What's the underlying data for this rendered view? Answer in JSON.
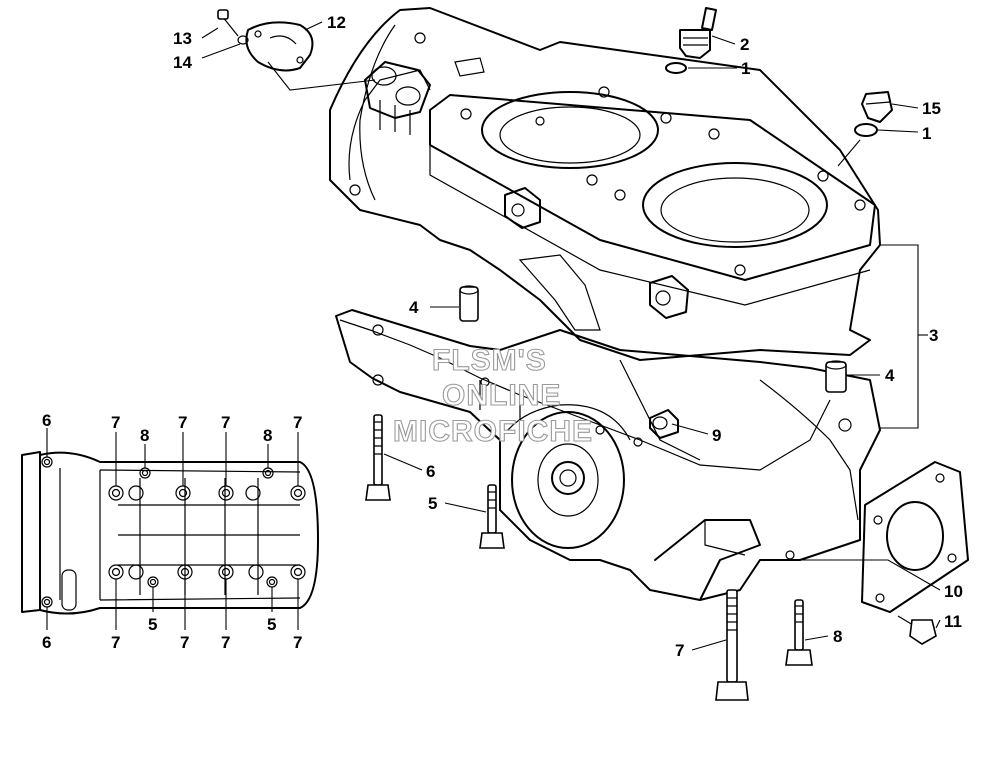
{
  "callouts": [
    {
      "id": "c13",
      "text": "13"
    },
    {
      "id": "c14",
      "text": "14"
    },
    {
      "id": "c12",
      "text": "12"
    },
    {
      "id": "c2",
      "text": "2"
    },
    {
      "id": "c1a",
      "text": "1"
    },
    {
      "id": "c15",
      "text": "15"
    },
    {
      "id": "c1b",
      "text": "1"
    },
    {
      "id": "c3",
      "text": "3"
    },
    {
      "id": "c4a",
      "text": "4"
    },
    {
      "id": "c4b",
      "text": "4"
    },
    {
      "id": "c9",
      "text": "9"
    },
    {
      "id": "c6a",
      "text": "6"
    },
    {
      "id": "c5a",
      "text": "5"
    },
    {
      "id": "c10",
      "text": "10"
    },
    {
      "id": "c11",
      "text": "11"
    },
    {
      "id": "c8a",
      "text": "8"
    },
    {
      "id": "c7a",
      "text": "7"
    },
    {
      "id": "i6t",
      "text": "6"
    },
    {
      "id": "i7t1",
      "text": "7"
    },
    {
      "id": "i8t1",
      "text": "8"
    },
    {
      "id": "i7t2",
      "text": "7"
    },
    {
      "id": "i7t3",
      "text": "7"
    },
    {
      "id": "i8t2",
      "text": "8"
    },
    {
      "id": "i7t4",
      "text": "7"
    },
    {
      "id": "i6b",
      "text": "6"
    },
    {
      "id": "i7b1",
      "text": "7"
    },
    {
      "id": "i5b1",
      "text": "5"
    },
    {
      "id": "i7b2",
      "text": "7"
    },
    {
      "id": "i7b3",
      "text": "7"
    },
    {
      "id": "i5b2",
      "text": "5"
    },
    {
      "id": "i7b4",
      "text": "7"
    }
  ],
  "watermark": {
    "line1": "FLSM'S",
    "line2": "ONLINE",
    "line3": "MICROFICHE"
  }
}
